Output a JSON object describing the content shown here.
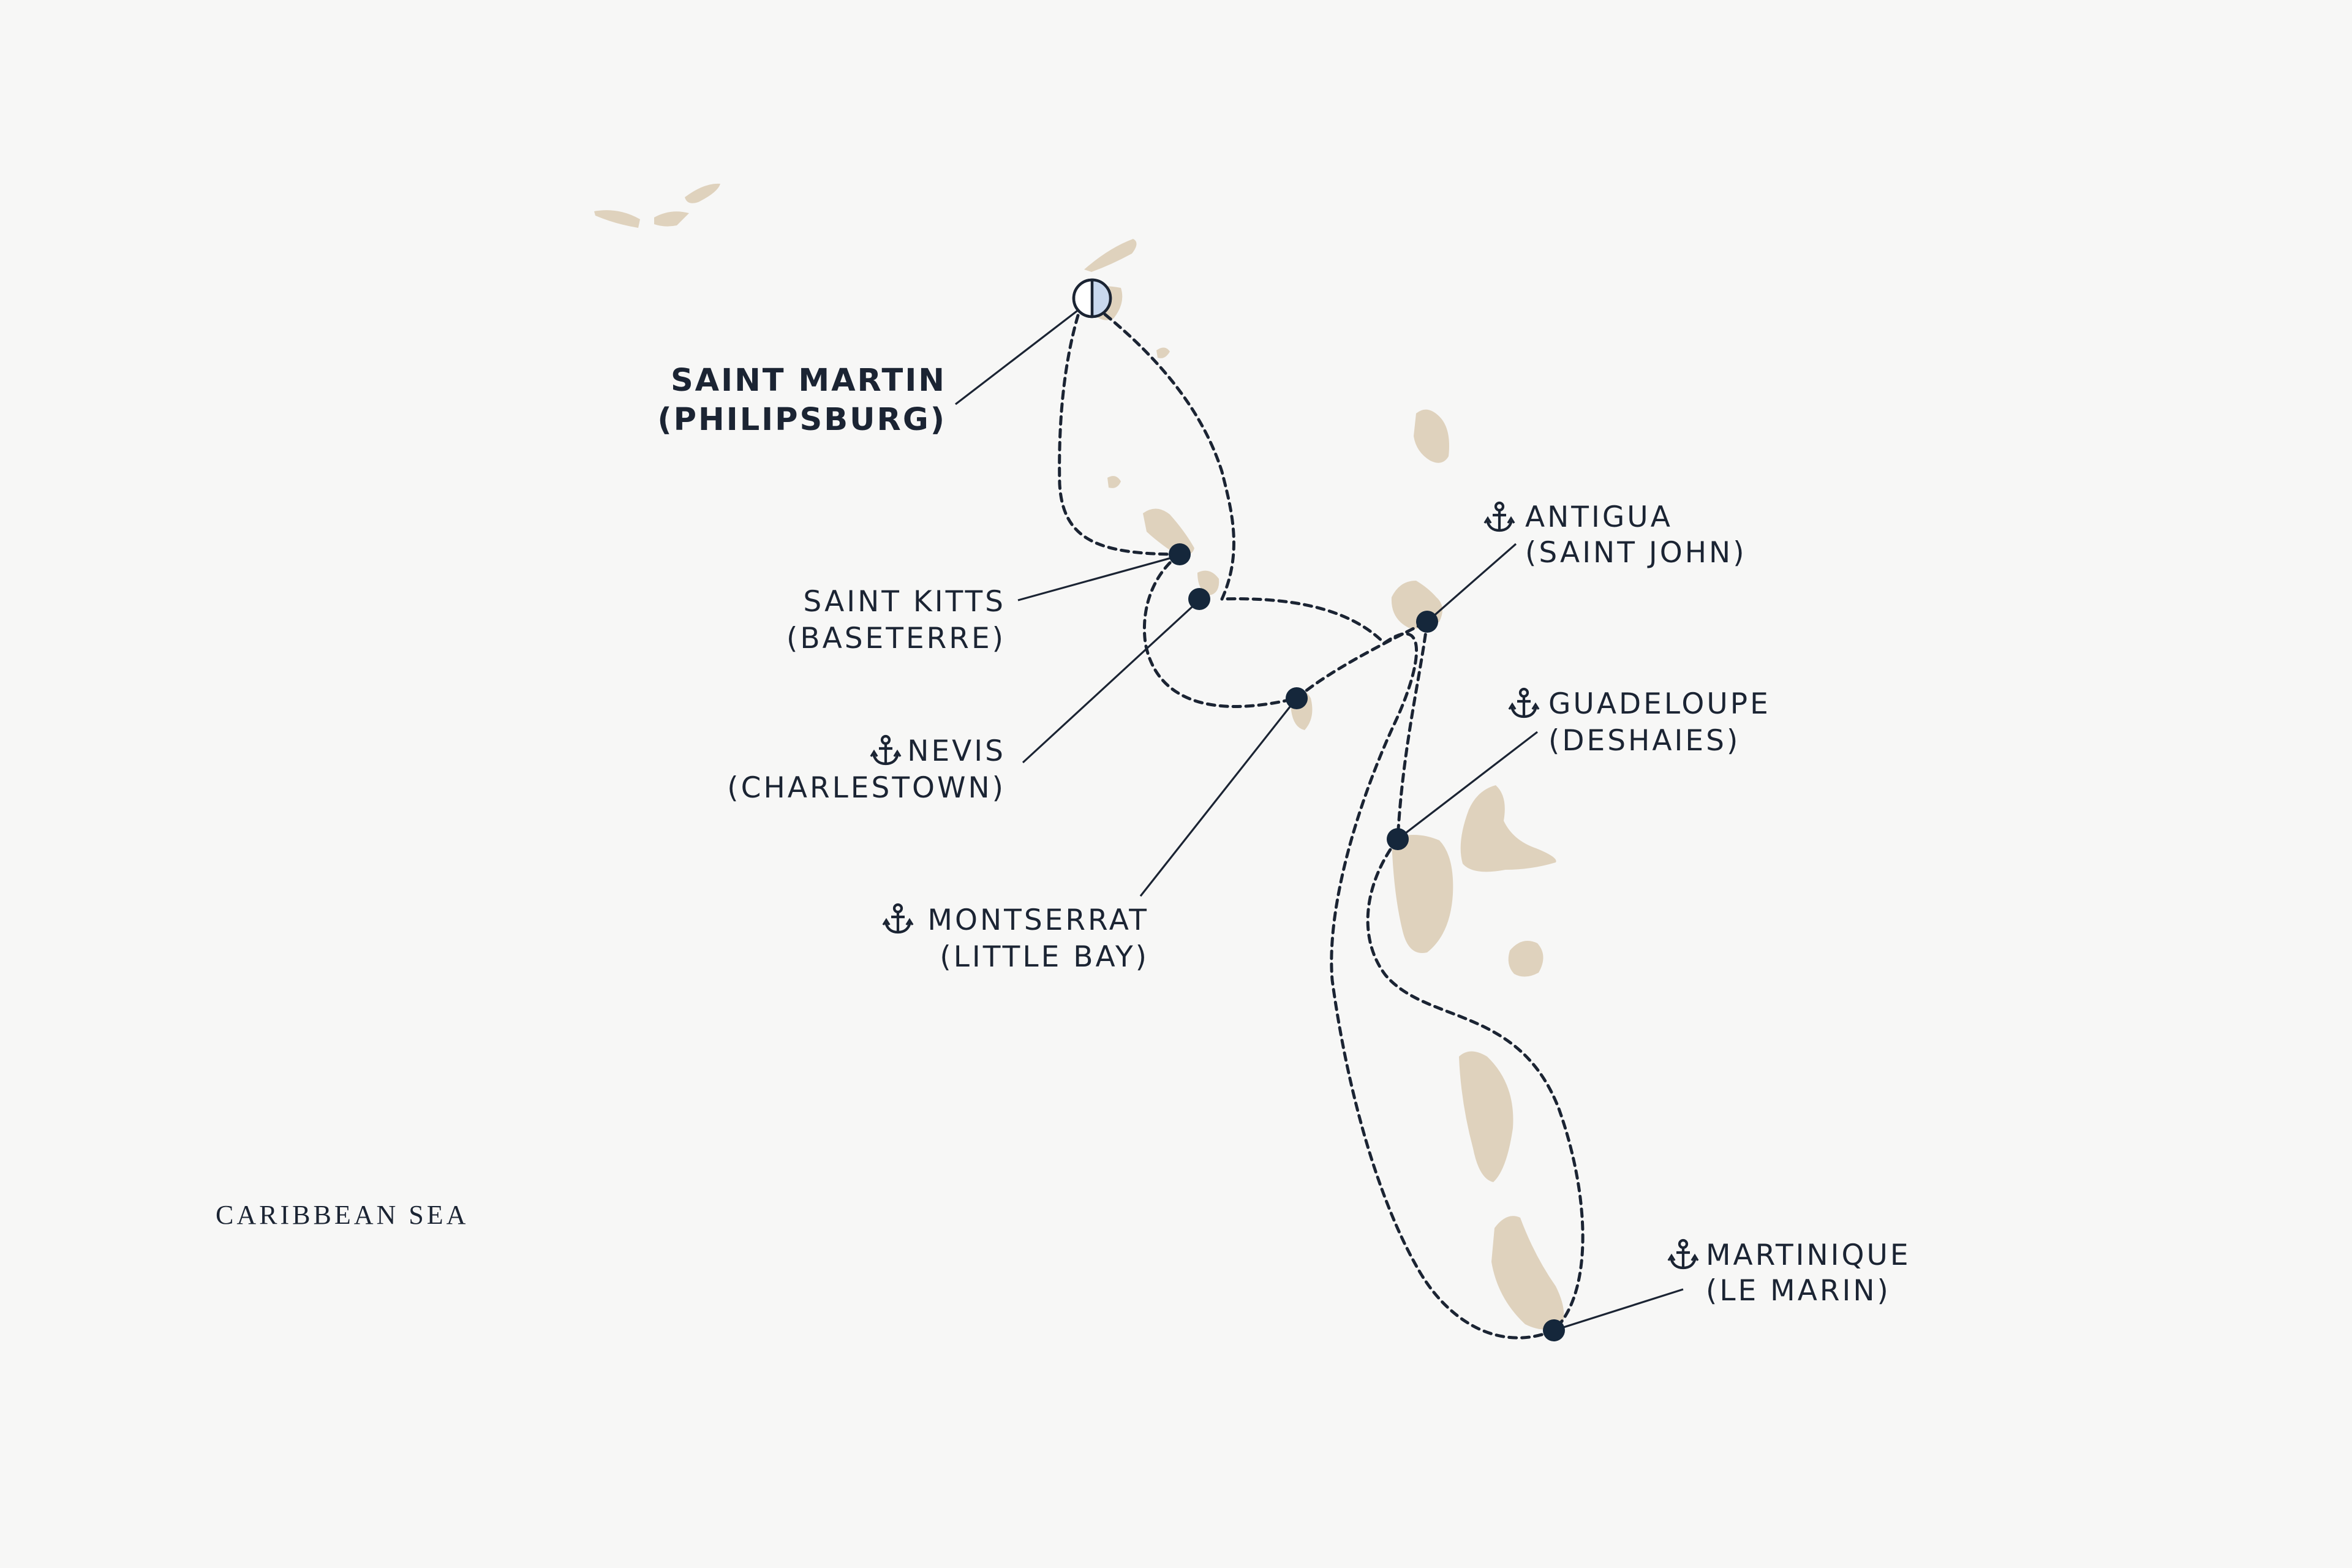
{
  "map": {
    "sea_label": "CARIBBEAN SEA",
    "start_port": {
      "name": "SAINT MARTIN",
      "subname": "(PHILIPSBURG)",
      "icon": "start-end-marker-icon"
    },
    "ports": [
      {
        "key": "saint-kitts",
        "name": "SAINT KITTS",
        "subname": "(BASETERRE)",
        "anchor": false
      },
      {
        "key": "nevis",
        "name": "NEVIS",
        "subname": "(CHARLESTOWN)",
        "anchor": true
      },
      {
        "key": "montserrat",
        "name": "MONTSERRAT",
        "subname": "(LITTLE BAY)",
        "anchor": true
      },
      {
        "key": "antigua",
        "name": "ANTIGUA",
        "subname": "(SAINT JOHN)",
        "anchor": true
      },
      {
        "key": "guadeloupe",
        "name": "GUADELOUPE",
        "subname": "(DESHAIES)",
        "anchor": true
      },
      {
        "key": "martinique",
        "name": "MARTINIQUE",
        "subname": "(LE MARIN)",
        "anchor": true
      }
    ],
    "anchor_icon": "anchor-icon",
    "colors": {
      "background": "#f7f7f6",
      "land": "#dfd2bd",
      "route": "#1b2433",
      "port_dot": "#15273b",
      "start_marker_fill": "#c9d8ee"
    }
  }
}
